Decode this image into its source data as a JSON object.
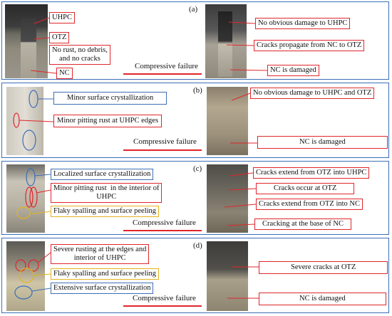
{
  "panels": [
    {
      "label": "(a)",
      "left_labels": [
        "UHPC",
        "OTZ",
        "No rust, no debris,\nand no cracks",
        "NC"
      ],
      "caption": "Compressive failure",
      "right_labels": [
        "No obvious damage to UHPC",
        "Cracks propagate from NC to OTZ",
        "NC is damaged"
      ]
    },
    {
      "label": "(b)",
      "left_labels": [
        "Minor surface crystallization",
        "Minor pitting rust at UHPC edges"
      ],
      "caption": "Compressive failure",
      "right_labels": [
        "No obvious damage to UHPC and OTZ",
        "NC is damaged"
      ]
    },
    {
      "label": "(c)",
      "left_labels": [
        "Localized surface crystallization",
        "Minor pitting rust  in the interior of\nUHPC",
        "Flaky spalling and surface peeling"
      ],
      "caption": "Compressive failure",
      "right_labels": [
        "Cracks extend from OTZ into UHPC",
        "Cracks occur at OTZ",
        "Cracks extend from OTZ into NC",
        "Cracking at the base of NC"
      ]
    },
    {
      "label": "(d)",
      "left_labels": [
        "Severe rusting at the edges and\ninterior of UHPC",
        "Flaky spalling and surface peeling",
        "Extensive surface crystallization"
      ],
      "caption": "Compressive failure",
      "right_labels": [
        "Severe cracks at OTZ",
        "NC is damaged"
      ]
    }
  ],
  "colors": {
    "panel_border": "#3b6fb6",
    "red": "#e0262b",
    "blue": "#3b6fb6",
    "yellow": "#e3b31c"
  }
}
